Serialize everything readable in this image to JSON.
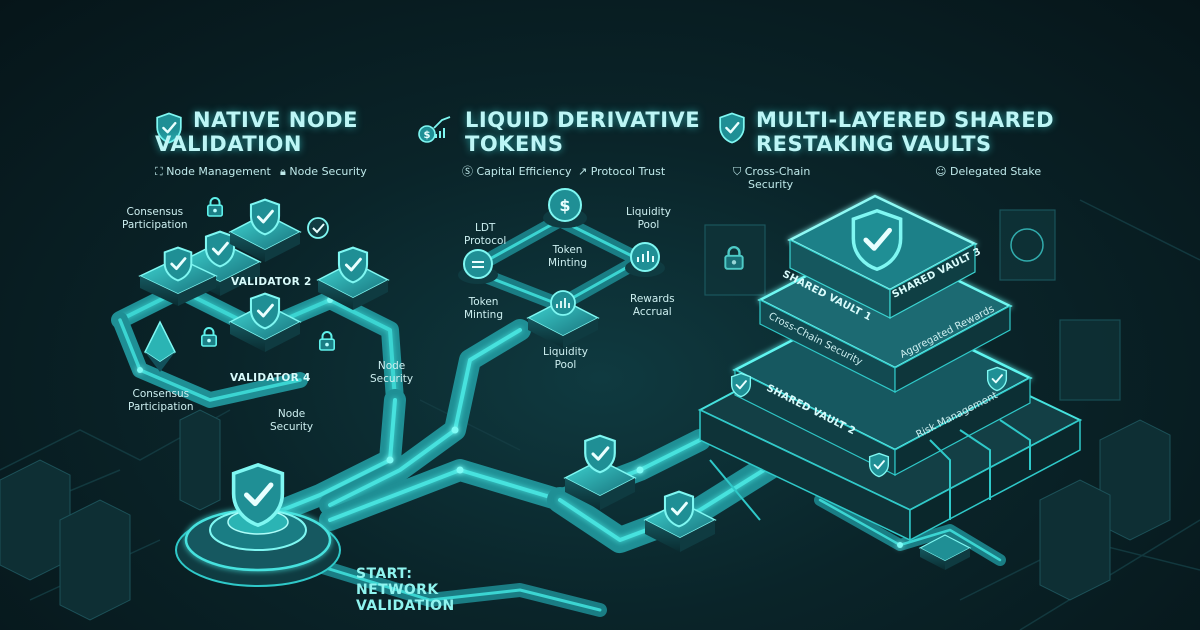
{
  "sections": {
    "native": {
      "title_line1": "NATIVE NODE",
      "title_line2": "VALIDATION",
      "tag1": "Node Management",
      "tag2": "Node Security",
      "icon": "shield-check-icon"
    },
    "liquid": {
      "title_line1": "LIQUID DERIVATIVE",
      "title_line2": "TOKENS",
      "tag1": "Capital Efficiency",
      "tag2": "Protocol Trust",
      "icon": "dollar-growth-icon"
    },
    "shared": {
      "title_line1": "MULTI-LAYERED SHARED",
      "title_line2": "RESTAKING VAULTS",
      "tag1_line1": "Cross-Chain",
      "tag1_line2": "Security",
      "tag2": "Delegated Stake",
      "icon": "shield-check-icon"
    }
  },
  "nodes": {
    "consensus_top_line1": "Consensus",
    "consensus_top_line2": "Participation",
    "validator2": "VALIDATOR 2",
    "validator4": "VALIDATOR 4",
    "consensus_bottom_line1": "Consensus",
    "consensus_bottom_line2": "Participation",
    "node_security_a_line1": "Node",
    "node_security_a_line2": "Security",
    "node_security_b_line1": "Node",
    "node_security_b_line2": "Security",
    "ldt_line1": "LDT",
    "ldt_line2": "Protocol",
    "token_minting_a_line1": "Token",
    "token_minting_a_line2": "Minting",
    "token_minting_b_line1": "Token",
    "token_minting_b_line2": "Minting",
    "liquidity_pool_a_line1": "Liquidity",
    "liquidity_pool_a_line2": "Pool",
    "liquidity_pool_b_line1": "Liquidity",
    "liquidity_pool_b_line2": "Pool",
    "rewards_line1": "Rewards",
    "rewards_line2": "Accrual"
  },
  "vault_labels": {
    "vault1": "SHARED VAULT 1",
    "vault3": "SHARED VAULT 3",
    "vault2": "SHARED VAULT 2",
    "cross_chain": "Cross-Chain Security",
    "aggregated": "Aggregated Rewards",
    "risk": "Risk Management"
  },
  "start": {
    "line1": "START:",
    "line2": "NETWORK",
    "line3": "VALIDATION"
  },
  "colors": {
    "accent": "#2fd8d8",
    "glow": "#5ff5f0",
    "deep": "#0b2a30",
    "tile": "#1a6a70"
  }
}
